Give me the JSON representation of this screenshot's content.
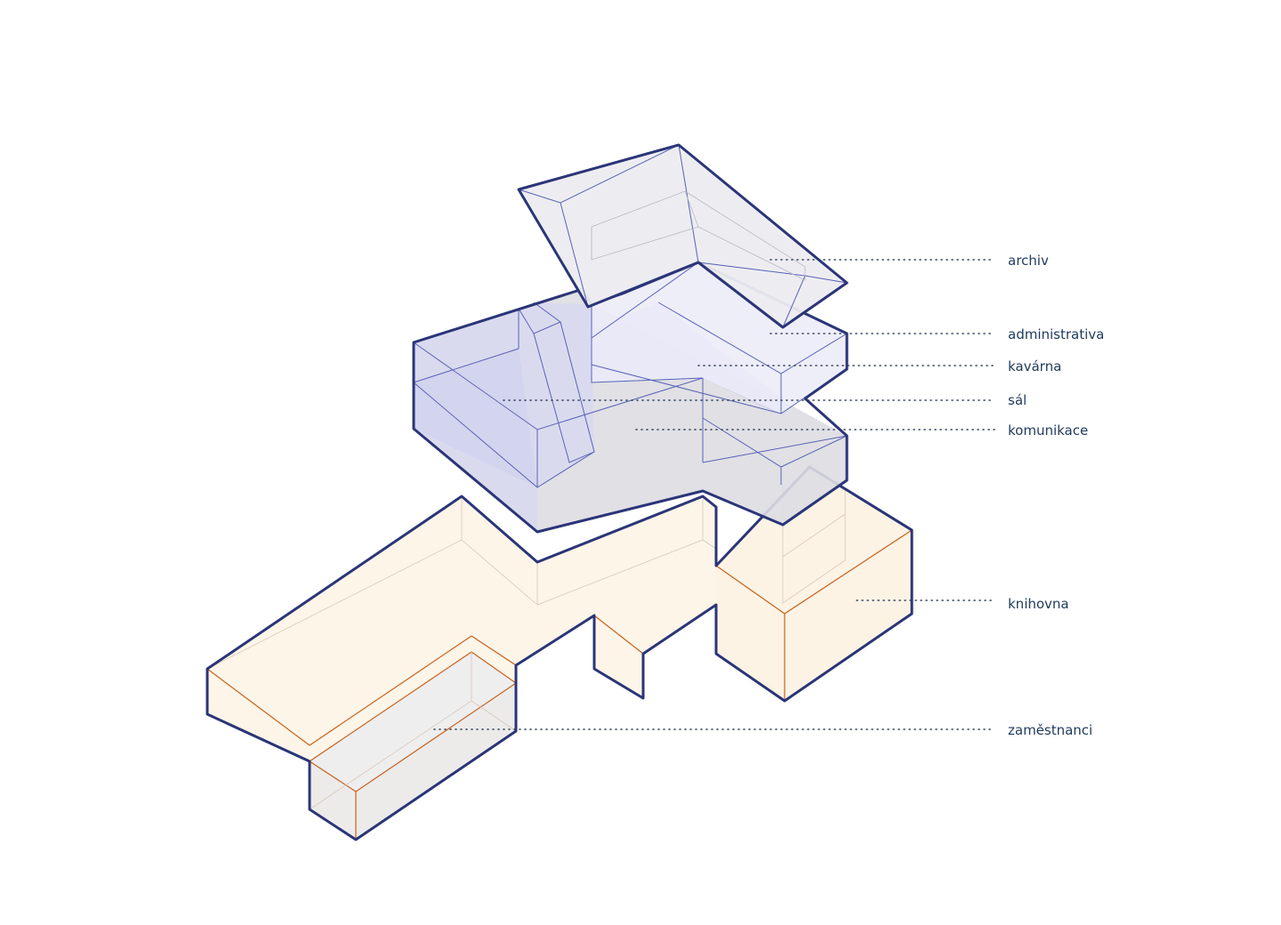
{
  "diagram": {
    "labels": [
      {
        "id": "archiv",
        "text": "archiv"
      },
      {
        "id": "administrativa",
        "text": "administrativa"
      },
      {
        "id": "kavarna",
        "text": "kavárna"
      },
      {
        "id": "sal",
        "text": "sál"
      },
      {
        "id": "komunikace",
        "text": "komunikace"
      },
      {
        "id": "knihovna",
        "text": "knihovna"
      },
      {
        "id": "zamestnanci",
        "text": "zaměstnanci"
      }
    ],
    "colors": {
      "outline": "#2a3578",
      "upper_volume_fill": "#e6e6f4",
      "gray_fill": "#dcdcdf",
      "library_fill": "#fdf5e8",
      "library_edges": "#c7621c",
      "label_text": "#1e3a5c"
    }
  }
}
